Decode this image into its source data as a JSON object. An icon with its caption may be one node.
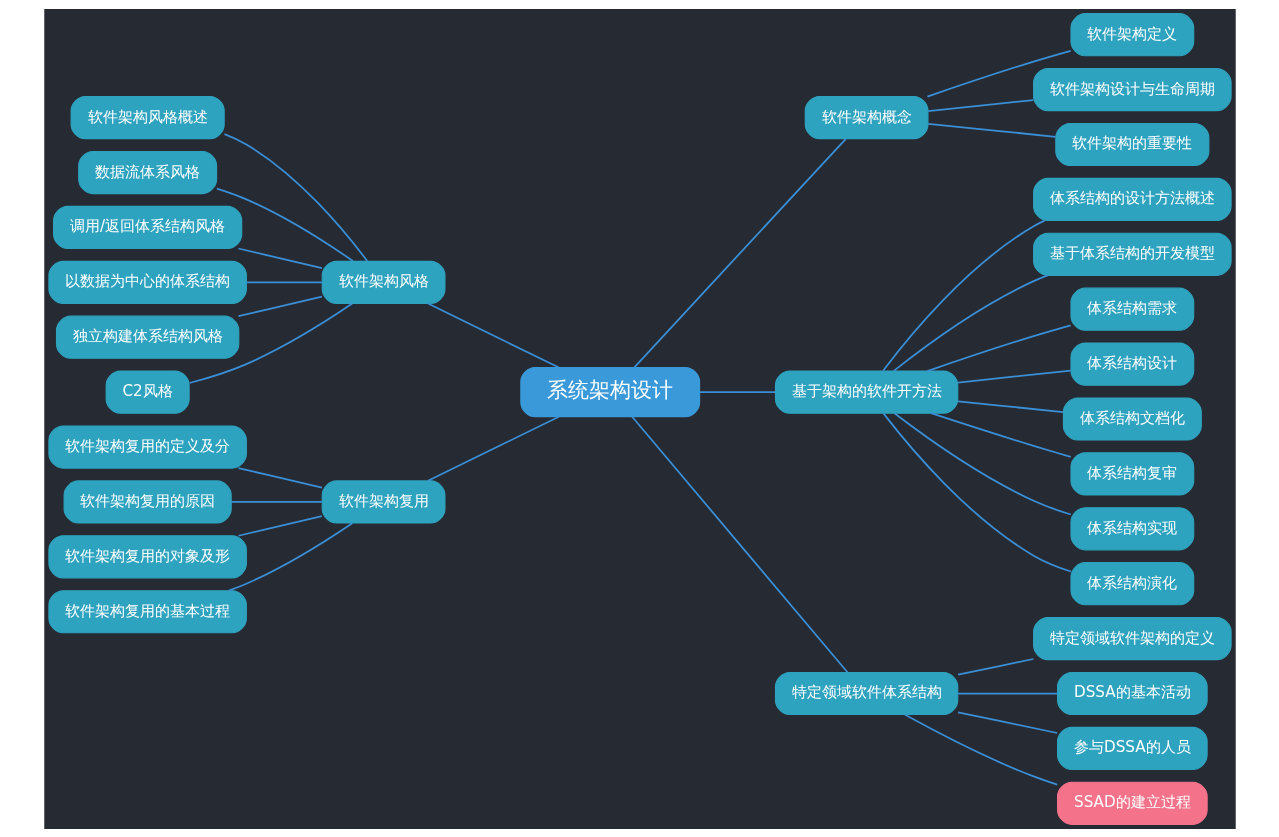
{
  "diagram": {
    "nodes": [
      {
        "text": [
          "系统架构设计"
        ]
      },
      {
        "text": [
          "软件架构概念"
        ]
      },
      {
        "text": [
          "软件架构定义"
        ]
      },
      {
        "text": [
          "软件架构设计与生命周期"
        ]
      },
      {
        "text": [
          "软件架构的重要性"
        ]
      },
      {
        "text": [
          "基于架构的软件开方法"
        ]
      },
      {
        "text": [
          "体系结构的设计方法概述"
        ]
      },
      {
        "text": [
          "基于体系结构的开发模型"
        ]
      },
      {
        "text": [
          "体系结构需求"
        ]
      },
      {
        "text": [
          "体系结构设计"
        ]
      },
      {
        "text": [
          "体系结构文档化"
        ]
      },
      {
        "text": [
          "体系结构复审"
        ]
      },
      {
        "text": [
          "体系结构实现"
        ]
      },
      {
        "text": [
          "体系结构演化"
        ]
      },
      {
        "text": [
          "特定领域软件体系结构"
        ]
      },
      {
        "text": [
          "特定领域软件架构的定义"
        ]
      },
      {
        "text": [
          "DSSA的基本活动"
        ]
      },
      {
        "text": [
          "参与DSSA的人员"
        ]
      },
      {
        "text": [
          "SSAD的建立过程"
        ]
      },
      {
        "text": [
          "软件架构风格"
        ]
      },
      {
        "text": [
          "软件架构风格概述"
        ]
      },
      {
        "text": [
          "数据流体系风格"
        ]
      },
      {
        "text": [
          "调用/返回体系结构风格"
        ]
      },
      {
        "text": [
          "以数据为中心的体系结构"
        ]
      },
      {
        "text": [
          "独立构建体系结构风格"
        ]
      },
      {
        "text": [
          "C2风格"
        ]
      },
      {
        "text": [
          "软件架构复用"
        ]
      },
      {
        "text": [
          "软件架构复用的定义及分"
        ]
      },
      {
        "text": [
          "软件架构复用的原因"
        ]
      },
      {
        "text": [
          "软件架构复用的对象及形"
        ]
      },
      {
        "text": [
          "软件架构复用的基本过程"
        ]
      }
    ],
    "edges": [
      {
        "from": 0,
        "to": 1,
        "arrow": "none"
      },
      {
        "from": 1,
        "to": 2,
        "arrow": "none"
      },
      {
        "from": 1,
        "to": 3,
        "arrow": "none"
      },
      {
        "from": 1,
        "to": 4,
        "arrow": "none"
      },
      {
        "from": 0,
        "to": 5,
        "arrow": "none"
      },
      {
        "from": 5,
        "to": 6,
        "arrow": "none"
      },
      {
        "from": 5,
        "to": 7,
        "arrow": "none"
      },
      {
        "from": 5,
        "to": 8,
        "arrow": "none"
      },
      {
        "from": 5,
        "to": 9,
        "arrow": "none"
      },
      {
        "from": 5,
        "to": 10,
        "arrow": "none"
      },
      {
        "from": 5,
        "to": 11,
        "arrow": "none"
      },
      {
        "from": 5,
        "to": 12,
        "arrow": "none"
      },
      {
        "from": 5,
        "to": 13,
        "arrow": "none"
      },
      {
        "from": 0,
        "to": 14,
        "arrow": "none"
      },
      {
        "from": 14,
        "to": 15,
        "arrow": "none"
      },
      {
        "from": 14,
        "to": 16,
        "arrow": "none"
      },
      {
        "from": 14,
        "to": 17,
        "arrow": "none"
      },
      {
        "from": 14,
        "to": 18,
        "arrow": "none"
      },
      {
        "from": 19,
        "to": 0,
        "arrow": "none"
      },
      {
        "from": 20,
        "to": 19,
        "arrow": "none"
      },
      {
        "from": 21,
        "to": 19,
        "arrow": "none"
      },
      {
        "from": 22,
        "to": 19,
        "arrow": "none"
      },
      {
        "from": 23,
        "to": 19,
        "arrow": "none"
      },
      {
        "from": 24,
        "to": 19,
        "arrow": "none"
      },
      {
        "from": 25,
        "to": 19,
        "arrow": "none"
      },
      {
        "from": 26,
        "to": 0,
        "arrow": "none"
      },
      {
        "from": 27,
        "to": 26,
        "arrow": "none"
      },
      {
        "from": 28,
        "to": 26,
        "arrow": "none"
      },
      {
        "from": 29,
        "to": 26,
        "arrow": "none"
      },
      {
        "from": 30,
        "to": 26,
        "arrow": "none"
      }
    ]
  }
}
